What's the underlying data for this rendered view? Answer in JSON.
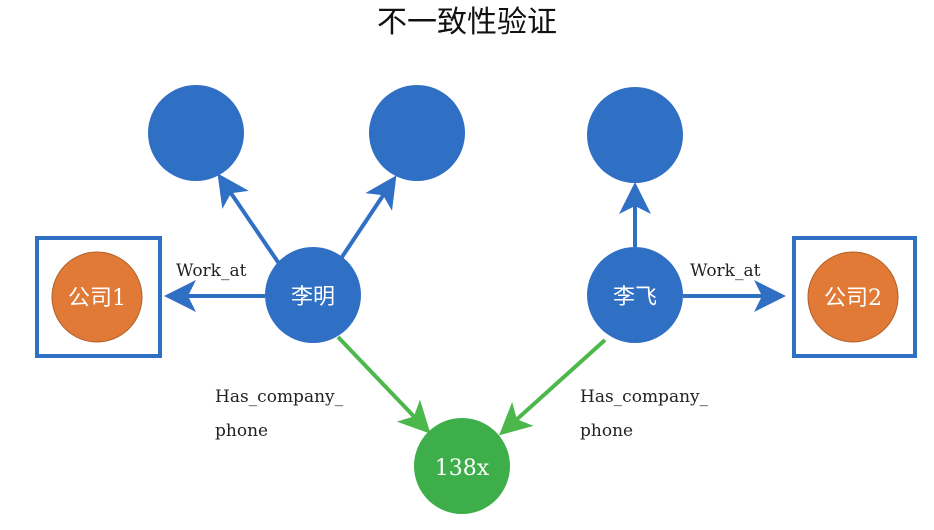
{
  "title": "不一致性验证",
  "colors": {
    "person": "#2f6fc4",
    "company": "#e07a36",
    "phone": "#3dae4a",
    "edge_blue": "#2f6fc4",
    "edge_green": "#4cb84c",
    "box": "#2f6fc4"
  },
  "nodes": {
    "li_ming": "李明",
    "li_fei": "李飞",
    "company1": "公司1",
    "company2": "公司2",
    "phone": "138x"
  },
  "edges": {
    "work_at_left": "Work_at",
    "work_at_right": "Work_at",
    "has_phone_left_1": "Has_company_",
    "has_phone_left_2": "phone",
    "has_phone_right_1": "Has_company_",
    "has_phone_right_2": "phone"
  }
}
